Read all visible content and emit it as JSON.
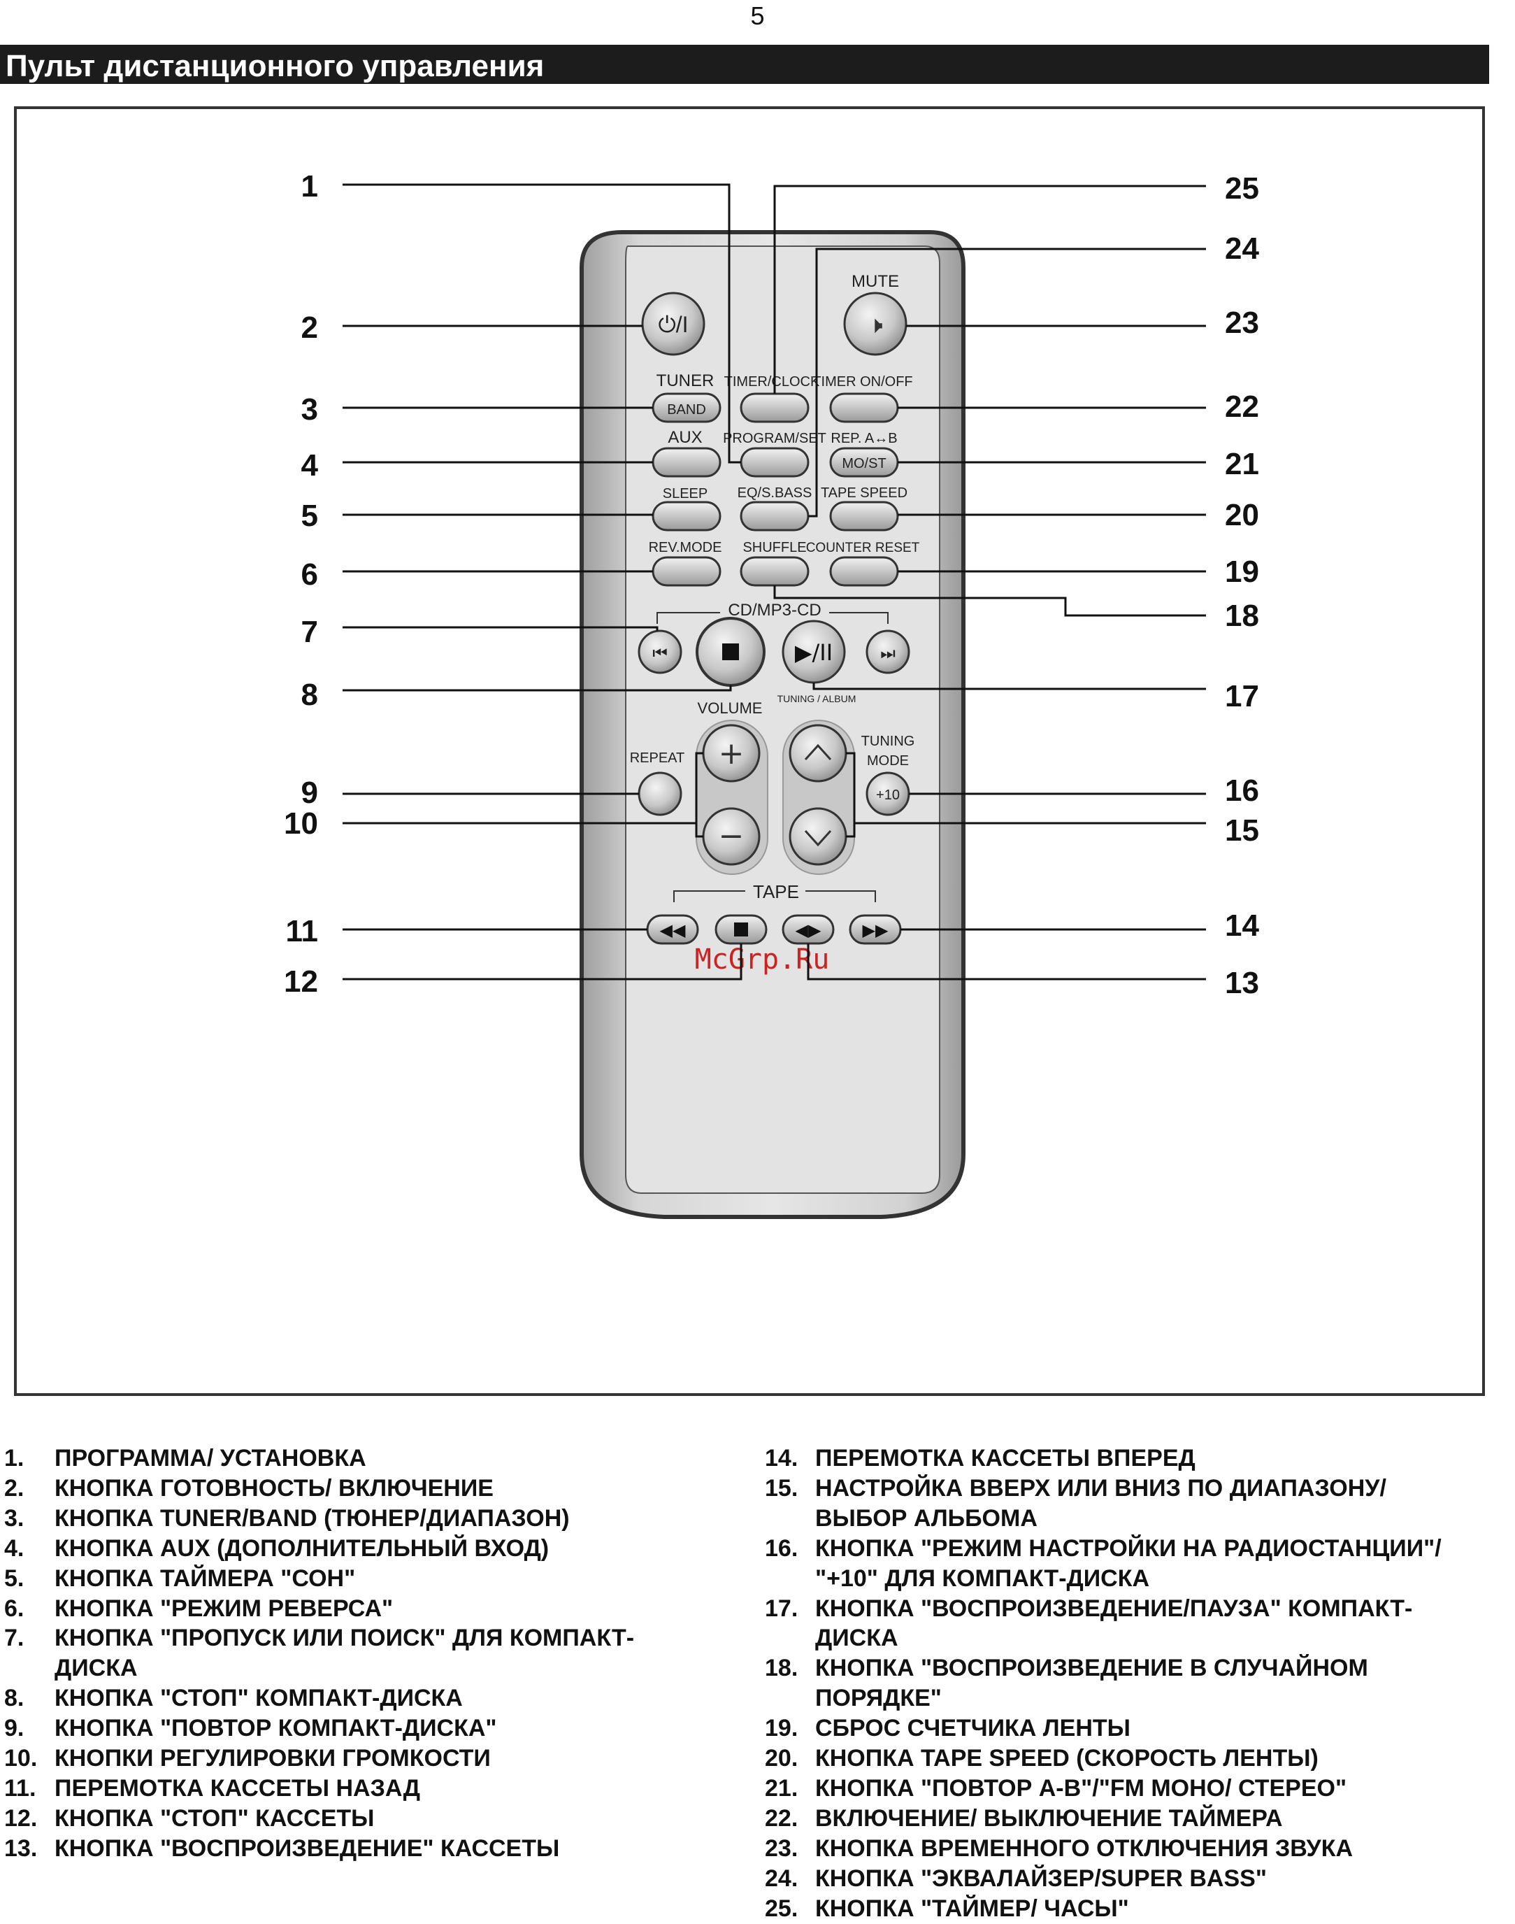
{
  "page_number": "5",
  "title": "Пульт дистанционного управления",
  "watermark": "McGrp.Ru",
  "remote": {
    "mute": "MUTE",
    "power": "⏻/I",
    "tuner": "TUNER",
    "band": "BAND",
    "timer_clock": "TIMER/CLOCK",
    "timer_onoff": "TIMER ON/OFF",
    "aux": "AUX",
    "program_set": "PROGRAM/SET",
    "rep_ab": "REP. A↔B",
    "mo_st": "MO/ST",
    "sleep": "SLEEP",
    "eq_sbass": "EQ/S.BASS",
    "tape_speed": "TAPE SPEED",
    "rev_mode": "REV.MODE",
    "shuffle": "SHUFFLE",
    "counter_reset": "COUNTER RESET",
    "cd_group": "CD/MP3-CD",
    "volume": "VOLUME",
    "tuning_album": "TUNING / ALBUM",
    "tuning_mode_1": "TUNING",
    "tuning_mode_2": "MODE",
    "plus10": "+10",
    "repeat": "REPEAT",
    "tape_group": "TAPE"
  },
  "callouts_left": [
    "1",
    "2",
    "3",
    "4",
    "5",
    "6",
    "7",
    "8",
    "9",
    "10",
    "11",
    "12"
  ],
  "callouts_right": [
    "25",
    "24",
    "23",
    "22",
    "21",
    "20",
    "19",
    "18",
    "17",
    "16",
    "15",
    "14",
    "13"
  ],
  "legend_left": [
    {
      "n": "1.",
      "t": "ПРОГРАММА/ УСТАНОВКА"
    },
    {
      "n": "2.",
      "t": "КНОПКА ГОТОВНОСТЬ/ ВКЛЮЧЕНИЕ"
    },
    {
      "n": "3.",
      "t": "КНОПКА TUNER/BAND (ТЮНЕР/ДИАПАЗОН)"
    },
    {
      "n": "4.",
      "t": "КНОПКА AUX (ДОПОЛНИТЕЛЬНЫЙ ВХОД)"
    },
    {
      "n": "5.",
      "t": "КНОПКА ТАЙМЕРА \"СОН\""
    },
    {
      "n": "6.",
      "t": "КНОПКА \"РЕЖИМ РЕВЕРСА\""
    },
    {
      "n": "7.",
      "t": "КНОПКА \"ПРОПУСК ИЛИ ПОИСК\" ДЛЯ КОМПАКТ-"
    },
    {
      "n": "",
      "t": "ДИСКА"
    },
    {
      "n": "8.",
      "t": "КНОПКА \"СТОП\" КОМПАКТ-ДИСКА"
    },
    {
      "n": "9.",
      "t": "КНОПКА \"ПОВТОР КОМПАКТ-ДИСКА\""
    },
    {
      "n": "10.",
      "t": "КНОПКИ РЕГУЛИРОВКИ ГРОМКОСТИ"
    },
    {
      "n": "11.",
      "t": "ПЕРЕМОТКА КАССЕТЫ НАЗАД"
    },
    {
      "n": "12.",
      "t": "КНОПКА \"СТОП\" КАССЕТЫ"
    },
    {
      "n": "13.",
      "t": "КНОПКА \"ВОСПРОИЗВЕДЕНИЕ\" КАССЕТЫ"
    }
  ],
  "legend_right": [
    {
      "n": "14.",
      "t": "ПЕРЕМОТКА КАССЕТЫ ВПЕРЕД"
    },
    {
      "n": "15.",
      "t": "НАСТРОЙКА ВВЕРХ ИЛИ ВНИЗ ПО ДИАПАЗОНУ/"
    },
    {
      "n": "",
      "t": "ВЫБОР АЛЬБОМА"
    },
    {
      "n": "16.",
      "t": "КНОПКА \"РЕЖИМ НАСТРОЙКИ НА РАДИОСТАНЦИИ\"/"
    },
    {
      "n": "",
      "t": "\"+10\" ДЛЯ КОМПАКТ-ДИСКА"
    },
    {
      "n": "17.",
      "t": "КНОПКА \"ВОСПРОИЗВЕДЕНИЕ/ПАУЗА\" КОМПАКТ-"
    },
    {
      "n": "",
      "t": "ДИСКА"
    },
    {
      "n": "18.",
      "t": "КНОПКА \"ВОСПРОИЗВЕДЕНИЕ В СЛУЧАЙНОМ"
    },
    {
      "n": "",
      "t": "ПОРЯДКЕ\""
    },
    {
      "n": "19.",
      "t": "СБРОС СЧЕТЧИКА ЛЕНТЫ"
    },
    {
      "n": "20.",
      "t": "КНОПКА TAPE SPEED (СКОРОСТЬ ЛЕНТЫ)"
    },
    {
      "n": "21.",
      "t": "КНОПКА \"ПОВТОР A-B\"/\"FM МОНО/ СТЕРЕО\""
    },
    {
      "n": "22.",
      "t": "ВКЛЮЧЕНИЕ/ ВЫКЛЮЧЕНИЕ ТАЙМЕРА"
    },
    {
      "n": "23.",
      "t": "КНОПКА ВРЕМЕННОГО ОТКЛЮЧЕНИЯ ЗВУКА"
    },
    {
      "n": "24.",
      "t": "КНОПКА \"ЭКВАЛАЙЗЕР/SUPER BASS\""
    },
    {
      "n": "25.",
      "t": "КНОПКА \"ТАЙМЕР/ ЧАСЫ\""
    }
  ]
}
